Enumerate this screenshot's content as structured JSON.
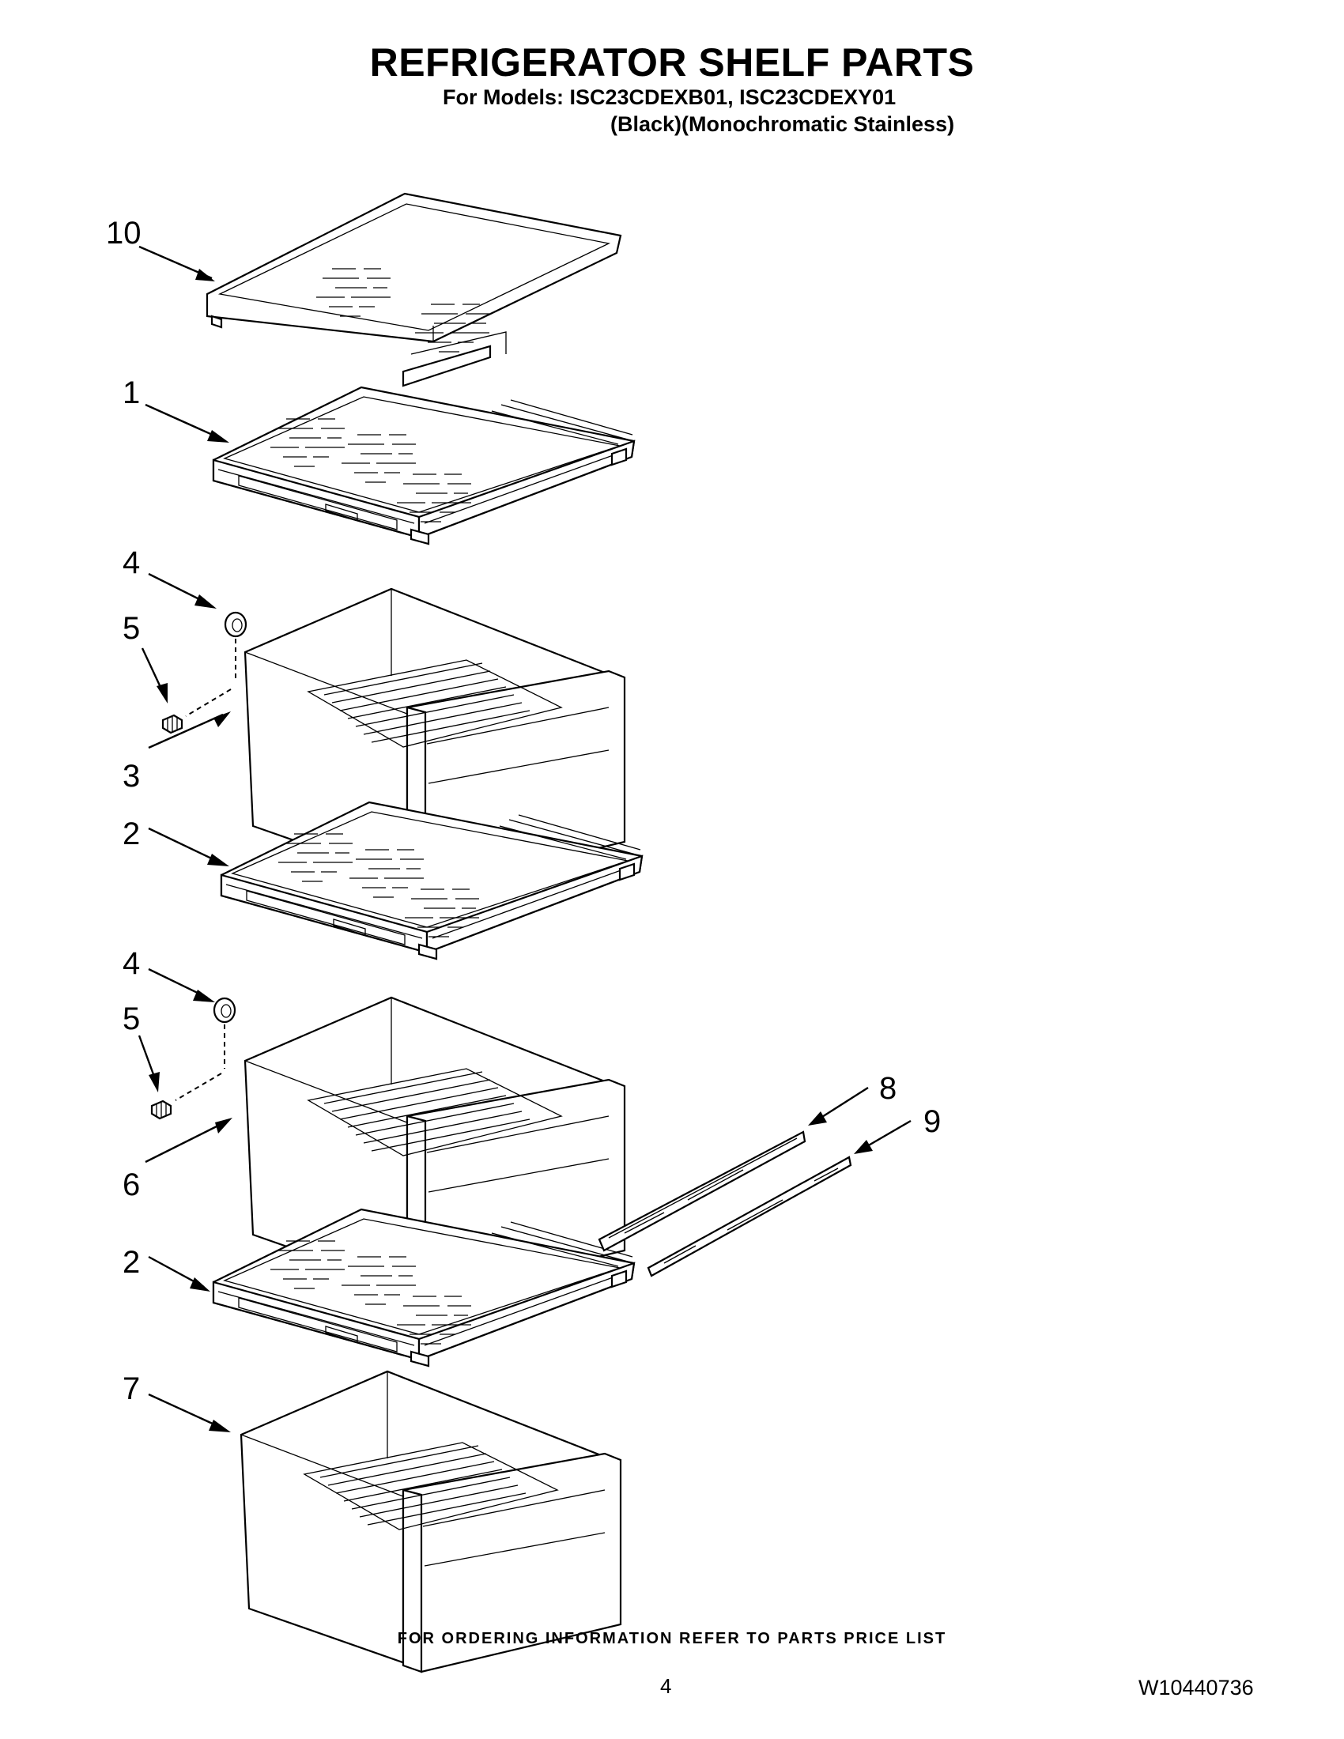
{
  "header": {
    "title": "REFRIGERATOR SHELF PARTS",
    "models_line": "For Models: ISC23CDEXB01, ISC23CDEXY01",
    "variants_line": "(Black)(Monochromatic Stainless)"
  },
  "callouts": [
    "10",
    "1",
    "4",
    "5",
    "3",
    "2",
    "4",
    "5",
    "6",
    "2",
    "7",
    "8",
    "9"
  ],
  "footer": {
    "note": "FOR ORDERING INFORMATION REFER TO PARTS PRICE LIST",
    "page_number": "4",
    "document_number": "W10440736"
  }
}
